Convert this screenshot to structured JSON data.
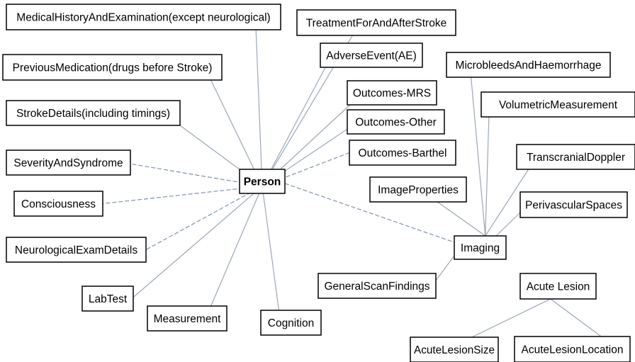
{
  "nodes": [
    {
      "id": "person",
      "label": "Person",
      "bold": true
    },
    {
      "id": "med_history",
      "label": "MedicalHistoryAndExamination(except neurological)"
    },
    {
      "id": "treatment",
      "label": "TreatmentForAndAfterStroke"
    },
    {
      "id": "adverse",
      "label": "AdverseEvent(AE)"
    },
    {
      "id": "prev_med",
      "label": "PreviousMedication(drugs before Stroke)"
    },
    {
      "id": "outcomes_mrs",
      "label": "Outcomes-MRS"
    },
    {
      "id": "stroke_details",
      "label": "StrokeDetails(including timings)"
    },
    {
      "id": "outcomes_other",
      "label": "Outcomes-Other"
    },
    {
      "id": "severity",
      "label": "SeverityAndSyndrome"
    },
    {
      "id": "outcomes_barthel",
      "label": "Outcomes-Barthel"
    },
    {
      "id": "consciousness",
      "label": "Consciousness"
    },
    {
      "id": "neuro_exam",
      "label": "NeurologicalExamDetails"
    },
    {
      "id": "labtest",
      "label": "LabTest"
    },
    {
      "id": "measurement",
      "label": "Measurement"
    },
    {
      "id": "cognition",
      "label": "Cognition"
    },
    {
      "id": "microbleeds",
      "label": "MicrobleedsAndHaemorrhage"
    },
    {
      "id": "volumetric",
      "label": "VolumetricMeasurement"
    },
    {
      "id": "transcranial",
      "label": "TranscranialDoppler"
    },
    {
      "id": "image_props",
      "label": "ImageProperties"
    },
    {
      "id": "perivascular",
      "label": "PerivascularSpaces"
    },
    {
      "id": "imaging",
      "label": "Imaging"
    },
    {
      "id": "general_scan",
      "label": "GeneralScanFindings"
    },
    {
      "id": "acute_lesion",
      "label": "Acute Lesion"
    },
    {
      "id": "acute_size",
      "label": "AcuteLesionSize"
    },
    {
      "id": "acute_location",
      "label": "AcuteLesionLocation"
    }
  ],
  "edges": [
    {
      "from": "person",
      "to": "med_history",
      "style": "solid"
    },
    {
      "from": "person",
      "to": "treatment",
      "style": "solid"
    },
    {
      "from": "person",
      "to": "adverse",
      "style": "solid"
    },
    {
      "from": "person",
      "to": "prev_med",
      "style": "solid"
    },
    {
      "from": "person",
      "to": "outcomes_mrs",
      "style": "solid"
    },
    {
      "from": "person",
      "to": "stroke_details",
      "style": "solid"
    },
    {
      "from": "person",
      "to": "outcomes_other",
      "style": "solid"
    },
    {
      "from": "person",
      "to": "severity",
      "style": "dashed"
    },
    {
      "from": "person",
      "to": "outcomes_barthel",
      "style": "dashed"
    },
    {
      "from": "person",
      "to": "consciousness",
      "style": "dashed"
    },
    {
      "from": "person",
      "to": "neuro_exam",
      "style": "dashed"
    },
    {
      "from": "person",
      "to": "labtest",
      "style": "solid"
    },
    {
      "from": "person",
      "to": "measurement",
      "style": "solid"
    },
    {
      "from": "person",
      "to": "cognition",
      "style": "solid"
    },
    {
      "from": "person",
      "to": "imaging",
      "style": "dashed"
    },
    {
      "from": "imaging",
      "to": "microbleeds",
      "style": "solid"
    },
    {
      "from": "imaging",
      "to": "volumetric",
      "style": "solid"
    },
    {
      "from": "imaging",
      "to": "transcranial",
      "style": "solid"
    },
    {
      "from": "imaging",
      "to": "image_props",
      "style": "solid"
    },
    {
      "from": "imaging",
      "to": "perivascular",
      "style": "solid"
    },
    {
      "from": "imaging",
      "to": "general_scan",
      "style": "solid"
    },
    {
      "from": "acute_lesion",
      "to": "acute_size",
      "style": "solid"
    },
    {
      "from": "acute_lesion",
      "to": "acute_location",
      "style": "solid"
    }
  ]
}
